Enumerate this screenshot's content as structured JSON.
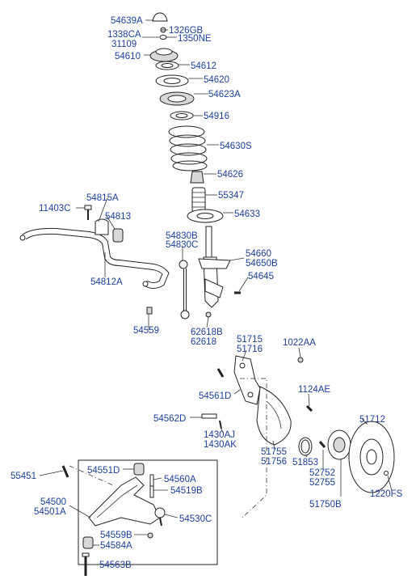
{
  "labels": {
    "p54639A": "54639A",
    "p1326GB": "1326GB",
    "p1338CA": "1338CA",
    "p31109": "31109",
    "p1350NE": "1350NE",
    "p54610": "54610",
    "p54612": "54612",
    "p54620": "54620",
    "p54623A": "54623A",
    "p54916": "54916",
    "p54630S": "54630S",
    "p54626": "54626",
    "p55347": "55347",
    "p54633": "54633",
    "p11403C": "11403C",
    "p54815A": "54815A",
    "p54813": "54813",
    "p54812A": "54812A",
    "p54830B": "54830B",
    "p54830C": "54830C",
    "p54660": "54660",
    "p54650B": "54650B",
    "p54645": "54645",
    "p54559": "54559",
    "p62618B": "62618B",
    "p62618": "62618",
    "p51715": "51715",
    "p51716": "51716",
    "p1022AA": "1022AA",
    "p54561D": "54561D",
    "p1124AE": "1124AE",
    "p54562D": "54562D",
    "p51712": "51712",
    "p1430AJ": "1430AJ",
    "p1430AK": "1430AK",
    "p51755": "51755",
    "p51756": "51756",
    "p51853": "51853",
    "p52752": "52752",
    "p52755": "52755",
    "p55451": "55451",
    "p54551D": "54551D",
    "p54560A": "54560A",
    "p54519B": "54519B",
    "p54500": "54500",
    "p54501A": "54501A",
    "p54530C": "54530C",
    "p1220FS": "1220FS",
    "p51750B": "51750B",
    "p54559B": "54559B",
    "p54584A": "54584A",
    "p54563B": "54563B"
  }
}
